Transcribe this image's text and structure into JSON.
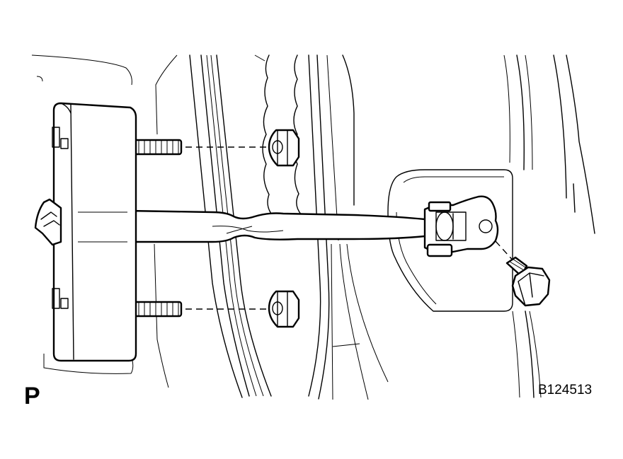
{
  "figure": {
    "view_letter": "P",
    "figure_code": "B124513"
  },
  "parts": [
    {
      "name": "door-check-body",
      "icon": "door-check-assembly"
    },
    {
      "name": "upper-stud-bolt",
      "icon": "threaded-stud"
    },
    {
      "name": "lower-stud-bolt",
      "icon": "threaded-stud"
    },
    {
      "name": "upper-nut",
      "icon": "hex-flange-nut"
    },
    {
      "name": "lower-nut",
      "icon": "hex-flange-nut"
    },
    {
      "name": "check-arm",
      "icon": "door-check-arm"
    },
    {
      "name": "arm-bracket",
      "icon": "hinge-bracket"
    },
    {
      "name": "bracket-bolt",
      "icon": "hex-flange-bolt"
    }
  ],
  "colors": {
    "line": "#000000",
    "background": "#ffffff"
  }
}
